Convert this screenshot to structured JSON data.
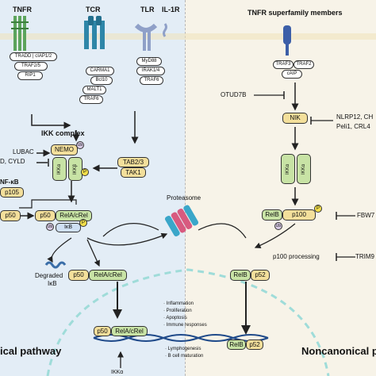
{
  "receptors": {
    "tnfr": "TNFR",
    "tcr": "TCR",
    "tlr": "TLR",
    "il1r": "IL-1R",
    "tnfr_superfamily": "TNFR superfamily members"
  },
  "adaptors": {
    "tradd_ciap": "TRADD | cIAP1/2",
    "traf25": "TRAF2/5",
    "rip1": "RIP1",
    "carma1": "CARMA1",
    "bcl10": "Bcl10",
    "malt1": "MALT1",
    "traf6_tcr": "TRAF6",
    "myd88": "MyD88",
    "irak": "IRAK1/4",
    "traf6_tlr": "TRAF6",
    "traf3": "TRAF3",
    "traf2": "TRAF2",
    "ciap": "cAIP"
  },
  "canonical": {
    "ikk_complex": "IKK complex",
    "lubac": "LUBAC",
    "a20_cyld": "D, CYLD",
    "nemo": "NEMO",
    "ub": "Ub",
    "ikka": "IKKα",
    "ikkb": "IKKβ",
    "p": "P",
    "tab23": "TAB2/3",
    "tak1": "TAK1",
    "nfkb": "NF-κB",
    "p105": "p105",
    "p50": "p50",
    "rela": "RelA/cRel",
    "ikb": "IκB",
    "degraded": "Degraded",
    "degraded_ikb": "IκB",
    "nuclear_p50": "p50",
    "nuclear_rela": "RelA/cRel",
    "ikka_bottom": "IKKα",
    "pathway_label": "ical pathway"
  },
  "proteasome": "Proteasome",
  "noncanonical": {
    "otud7b": "OTUD7B",
    "nik": "NIK",
    "inhib_top": "NLRP12, CH",
    "inhib_bottom": "Peli1, CRL4",
    "ikka1": "IKKα",
    "ikka2": "IKKα",
    "relb": "RelB",
    "p100": "p100",
    "fbw": "FBW7",
    "p100_processing": "p100 processing",
    "trim": "TRIM9",
    "relb2": "RelB",
    "p52": "p52",
    "nuclear_relb": "RelB",
    "nuclear_p52": "p52",
    "pathway_label": "Noncanonical p"
  },
  "outcomes": {
    "canonical": [
      "Inflammation",
      "Proliferation",
      "Apoptosis",
      "Immune responses"
    ],
    "noncanonical": [
      "Lymphogenesis",
      "B cell maturation"
    ]
  }
}
